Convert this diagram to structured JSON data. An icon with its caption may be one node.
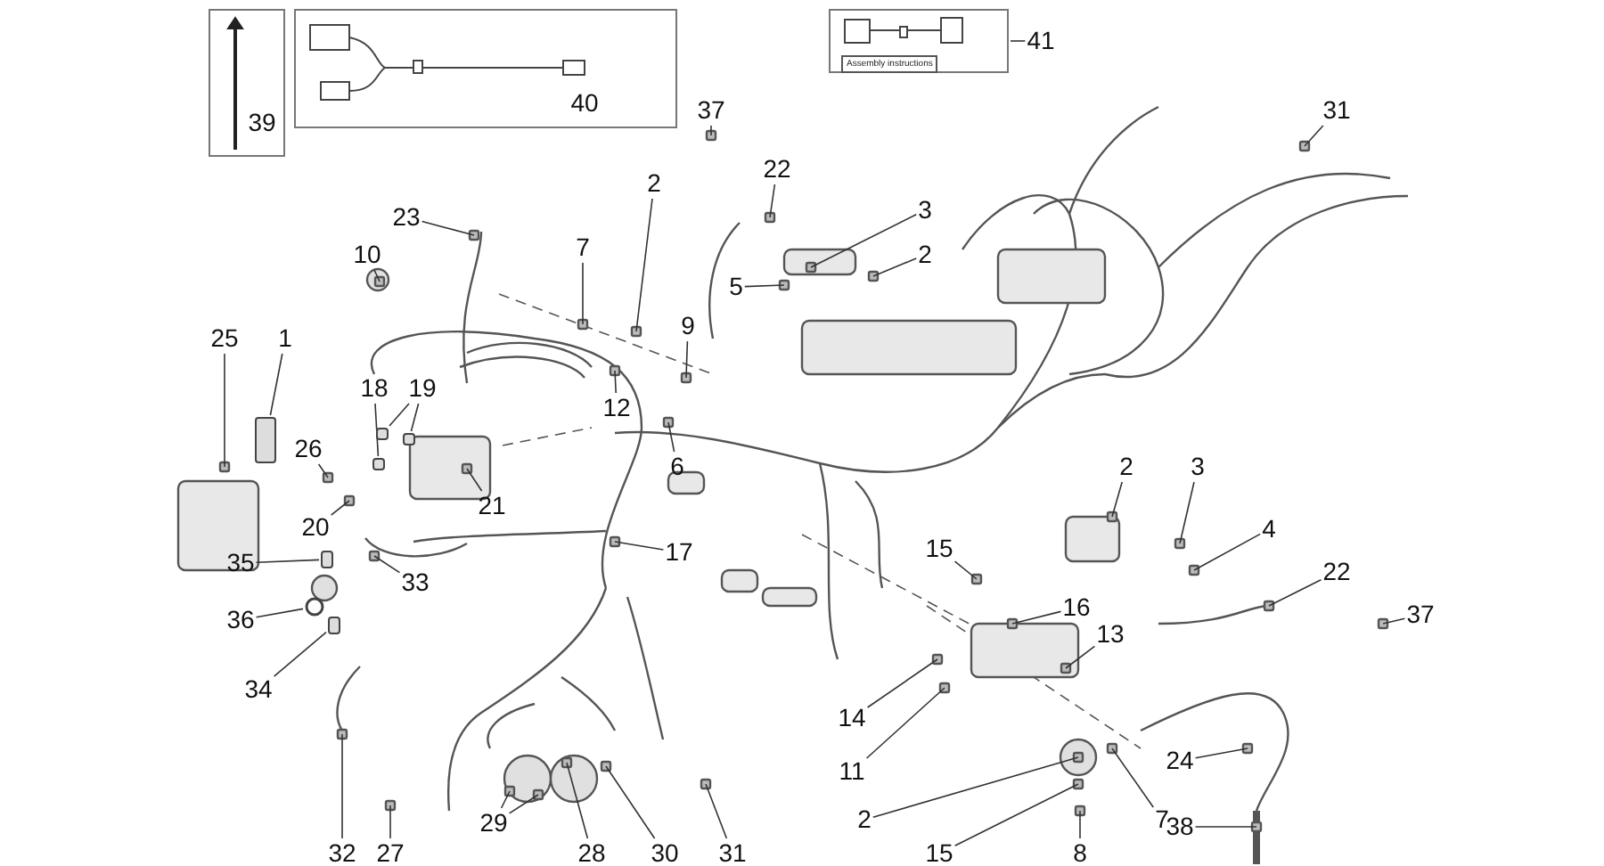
{
  "diagram": {
    "nodes": [
      {
        "text": [
          "39"
        ]
      },
      {
        "text": [
          "40"
        ]
      },
      {
        "text": [
          "Assembly instructions"
        ]
      },
      {
        "text": [
          "41"
        ]
      },
      {
        "text": [
          "37"
        ]
      },
      {
        "text": [
          "31"
        ]
      },
      {
        "text": [
          "22"
        ]
      },
      {
        "text": [
          "2"
        ]
      },
      {
        "text": [
          "3"
        ]
      },
      {
        "text": [
          "23"
        ]
      },
      {
        "text": [
          "7"
        ]
      },
      {
        "text": [
          "2"
        ]
      },
      {
        "text": [
          "10"
        ]
      },
      {
        "text": [
          "5"
        ]
      },
      {
        "text": [
          "9"
        ]
      },
      {
        "text": [
          "25"
        ]
      },
      {
        "text": [
          "1"
        ]
      },
      {
        "text": [
          "18"
        ]
      },
      {
        "text": [
          "19"
        ]
      },
      {
        "text": [
          "12"
        ]
      },
      {
        "text": [
          "26"
        ]
      },
      {
        "text": [
          "6"
        ]
      },
      {
        "text": [
          "2"
        ]
      },
      {
        "text": [
          "3"
        ]
      },
      {
        "text": [
          "21"
        ]
      },
      {
        "text": [
          "20"
        ]
      },
      {
        "text": [
          "4"
        ]
      },
      {
        "text": [
          "15"
        ]
      },
      {
        "text": [
          "17"
        ]
      },
      {
        "text": [
          "35"
        ]
      },
      {
        "text": [
          "22"
        ]
      },
      {
        "text": [
          "33"
        ]
      },
      {
        "text": [
          "16"
        ]
      },
      {
        "text": [
          "37"
        ]
      },
      {
        "text": [
          "36"
        ]
      },
      {
        "text": [
          "13"
        ]
      },
      {
        "text": [
          "34"
        ]
      },
      {
        "text": [
          "14"
        ]
      },
      {
        "text": [
          "24"
        ]
      },
      {
        "text": [
          "11"
        ]
      },
      {
        "text": [
          "2"
        ]
      },
      {
        "text": [
          "7"
        ]
      },
      {
        "text": [
          "29"
        ]
      },
      {
        "text": [
          "38"
        ]
      },
      {
        "text": [
          "32"
        ]
      },
      {
        "text": [
          "27"
        ]
      },
      {
        "text": [
          "28"
        ]
      },
      {
        "text": [
          "30"
        ]
      },
      {
        "text": [
          "31"
        ]
      },
      {
        "text": [
          "15"
        ]
      },
      {
        "text": [
          "8"
        ]
      },
      {
        "text": [],
        "shape": "box"
      },
      {
        "text": [],
        "shape": "box"
      },
      {
        "text": [],
        "shape": "box"
      },
      {
        "text": [],
        "shape": "circle"
      },
      {
        "text": [],
        "shape": "box"
      },
      {
        "text": [],
        "shape": "box"
      },
      {
        "text": [],
        "shape": "box"
      }
    ],
    "edges": [
      {
        "from": 3,
        "to": 2,
        "arrow": "none"
      },
      {
        "from": 4,
        "to": null,
        "arrow": "none"
      },
      {
        "from": 5,
        "to": null,
        "arrow": "none"
      },
      {
        "from": 6,
        "to": null,
        "arrow": "none"
      },
      {
        "from": 7,
        "to": null,
        "arrow": "none"
      },
      {
        "from": 8,
        "to": null,
        "arrow": "none"
      },
      {
        "from": 9,
        "to": null,
        "arrow": "none"
      },
      {
        "from": 10,
        "to": null,
        "arrow": "none"
      },
      {
        "from": 11,
        "to": null,
        "arrow": "none"
      },
      {
        "from": 12,
        "to": null,
        "arrow": "none"
      },
      {
        "from": 13,
        "to": null,
        "arrow": "none"
      },
      {
        "from": 14,
        "to": null,
        "arrow": "none"
      },
      {
        "from": 15,
        "to": null,
        "arrow": "none"
      },
      {
        "from": 16,
        "to": 51,
        "arrow": "none"
      },
      {
        "from": 17,
        "to": 55,
        "arrow": "none"
      },
      {
        "from": 18,
        "to": 52,
        "arrow": "none"
      },
      {
        "from": 18,
        "to": 56,
        "arrow": "none"
      },
      {
        "from": 19,
        "to": null,
        "arrow": "none"
      },
      {
        "from": 20,
        "to": null,
        "arrow": "none"
      },
      {
        "from": 21,
        "to": null,
        "arrow": "none"
      },
      {
        "from": 22,
        "to": null,
        "arrow": "none"
      },
      {
        "from": 23,
        "to": null,
        "arrow": "none"
      },
      {
        "from": 24,
        "to": null,
        "arrow": "none"
      },
      {
        "from": 25,
        "to": null,
        "arrow": "none"
      },
      {
        "from": 26,
        "to": null,
        "arrow": "none"
      },
      {
        "from": 27,
        "to": null,
        "arrow": "none"
      },
      {
        "from": 28,
        "to": null,
        "arrow": "none"
      },
      {
        "from": 29,
        "to": 53,
        "arrow": "none"
      },
      {
        "from": 30,
        "to": null,
        "arrow": "none"
      },
      {
        "from": 31,
        "to": null,
        "arrow": "none"
      },
      {
        "from": 32,
        "to": null,
        "arrow": "none"
      },
      {
        "from": 33,
        "to": null,
        "arrow": "none"
      },
      {
        "from": 34,
        "to": 54,
        "arrow": "none"
      },
      {
        "from": 35,
        "to": null,
        "arrow": "none"
      },
      {
        "from": 36,
        "to": 57,
        "arrow": "none"
      },
      {
        "from": 37,
        "to": null,
        "arrow": "none"
      },
      {
        "from": 38,
        "to": null,
        "arrow": "none"
      },
      {
        "from": 39,
        "to": null,
        "arrow": "none"
      },
      {
        "from": 40,
        "to": null,
        "arrow": "none"
      },
      {
        "from": 41,
        "to": null,
        "arrow": "none"
      },
      {
        "from": 42,
        "to": null,
        "arrow": "none"
      },
      {
        "from": 42,
        "to": null,
        "arrow": "none"
      },
      {
        "from": 43,
        "to": null,
        "arrow": "none"
      },
      {
        "from": 44,
        "to": null,
        "arrow": "none"
      },
      {
        "from": 45,
        "to": null,
        "arrow": "none"
      },
      {
        "from": 46,
        "to": null,
        "arrow": "none"
      },
      {
        "from": 47,
        "to": null,
        "arrow": "none"
      },
      {
        "from": 48,
        "to": null,
        "arrow": "none"
      },
      {
        "from": 49,
        "to": null,
        "arrow": "none"
      },
      {
        "from": 50,
        "to": null,
        "arrow": "none"
      }
    ]
  }
}
